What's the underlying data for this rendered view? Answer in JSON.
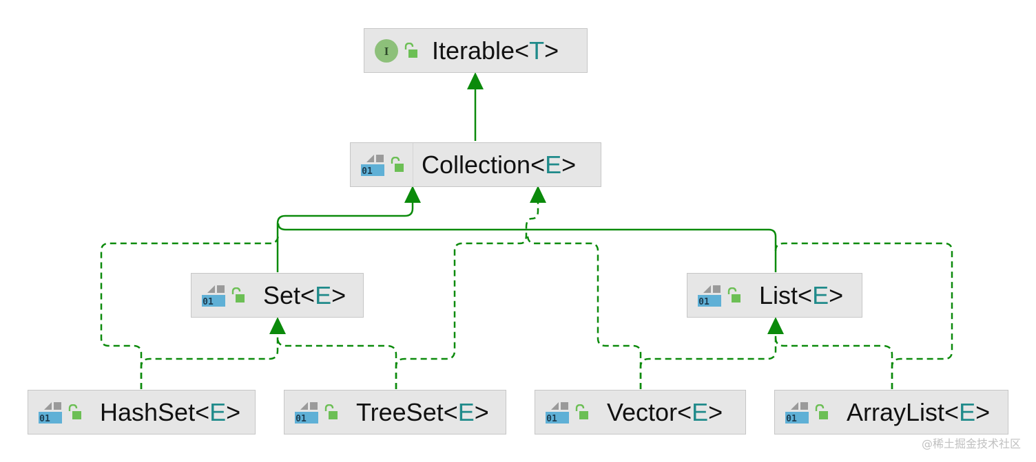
{
  "nodes": [
    {
      "id": "iterable",
      "kind": "interface",
      "name": "Iterable",
      "lt": "<",
      "param": "T",
      "gt": ">",
      "interface_badge": "I"
    },
    {
      "id": "collection",
      "kind": "type",
      "name": "Collection",
      "lt": "<",
      "param": "E",
      "gt": ">",
      "badge": "01"
    },
    {
      "id": "set",
      "kind": "type",
      "name": "Set",
      "lt": "<",
      "param": "E",
      "gt": ">",
      "badge": "01"
    },
    {
      "id": "list",
      "kind": "type",
      "name": "List",
      "lt": "<",
      "param": "E",
      "gt": ">",
      "badge": "01"
    },
    {
      "id": "hashset",
      "kind": "type",
      "name": "HashSet",
      "lt": "<",
      "param": "E",
      "gt": ">",
      "badge": "01"
    },
    {
      "id": "treeset",
      "kind": "type",
      "name": "TreeSet",
      "lt": "<",
      "param": "E",
      "gt": ">",
      "badge": "01"
    },
    {
      "id": "vector",
      "kind": "type",
      "name": "Vector",
      "lt": "<",
      "param": "E",
      "gt": ">",
      "badge": "01"
    },
    {
      "id": "arraylist",
      "kind": "type",
      "name": "ArrayList",
      "lt": "<",
      "param": "E",
      "gt": ">",
      "badge": "01"
    }
  ],
  "edges": [
    {
      "from": "collection",
      "to": "iterable",
      "style": "solid"
    },
    {
      "from": "set",
      "to": "collection",
      "style": "solid"
    },
    {
      "from": "list",
      "to": "collection",
      "style": "solid"
    },
    {
      "from": "hashset",
      "to": "set",
      "style": "dashed"
    },
    {
      "from": "hashset",
      "to": "collection",
      "style": "dashed"
    },
    {
      "from": "treeset",
      "to": "set",
      "style": "dashed"
    },
    {
      "from": "treeset",
      "to": "collection",
      "style": "dashed"
    },
    {
      "from": "vector",
      "to": "list",
      "style": "dashed"
    },
    {
      "from": "vector",
      "to": "collection",
      "style": "dashed"
    },
    {
      "from": "arraylist",
      "to": "list",
      "style": "dashed"
    },
    {
      "from": "arraylist",
      "to": "collection",
      "style": "dashed"
    }
  ],
  "colors": {
    "edge": "#0b8a0b",
    "node_bg": "#e6e6e6",
    "node_border": "#c6c6c6",
    "type_param": "#1f8a8a",
    "interface_badge": "#8dc07a",
    "class_badge": "#5fb0d6",
    "lock": "#6cbf55"
  },
  "watermark": "@稀土掘金技术社区"
}
